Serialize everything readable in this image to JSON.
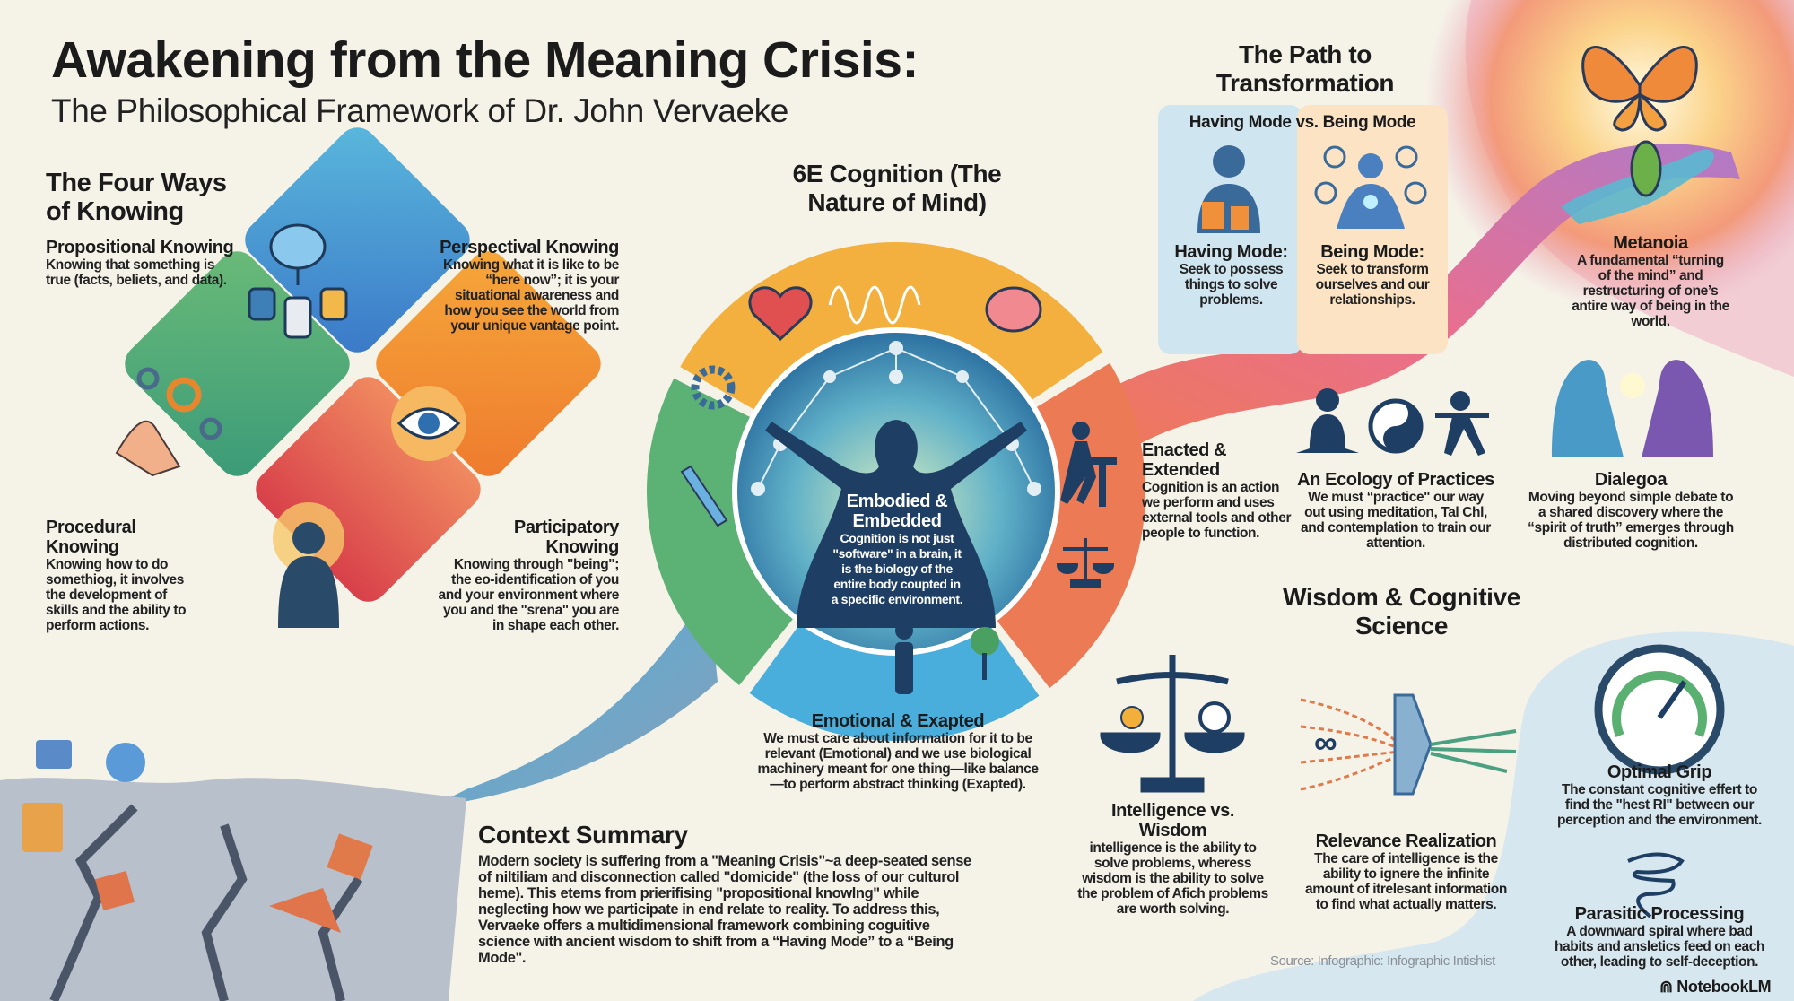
{
  "title": "Awakening from the Meaning Crisis:",
  "subtitle": "The Philosophical Framework of Dr. John Vervaeke",
  "four_ways": {
    "heading": "The Four Ways of Knowing",
    "items": [
      {
        "title": "Propositional Knowing",
        "text": "Knowing that something is true (facts, beliets, and data).",
        "icon": "brain-database-icon",
        "color": "#3d8fd0"
      },
      {
        "title": "Perspectival Knowing",
        "text": "Knowing what it is like to be “here now”; it is your situational awareness and how you see the world from your unique vantage point.",
        "icon": "eye-icon",
        "color": "#f0902e"
      },
      {
        "title": "Procedural Knowing",
        "text": "Knowing how to do somethiog, it involves the development of skills and the ability to perform actions.",
        "icon": "hands-gears-icon",
        "color": "#4aa06a"
      },
      {
        "title": "Participatory Knowing",
        "text": "Knowing through \"being\"; the eo-identification of you and your environment where you and the \"srena\" you are in shape each other.",
        "icon": "person-landscape-icon",
        "color": "#e8604a"
      }
    ]
  },
  "six_e": {
    "heading": "6E Cognition (The Nature of Mind)",
    "embodied": {
      "title": "Embodied & Embedded",
      "text": "Cognition is not just \"software\" in a brain, it is the biology of the entire body coupted in a specific environment."
    },
    "enacted": {
      "title": "Enacted & Extended",
      "text": "Cognition is an action we perform and uses external tools and other people to function."
    },
    "emotional": {
      "title": "Emotional & Exapted",
      "text": "We must care about information for it to be relevant (Emotional) and we use biological machinery meant for one thing—like balance—to perform abstract thinking (Exapted)."
    },
    "colors": {
      "top": "#f3b03e",
      "right": "#ec7a55",
      "bottom": "#4aaedc",
      "left": "#5cb274",
      "core": "#2b6fa0"
    }
  },
  "context": {
    "heading": "Context Summary",
    "text": "Modern society is suffering from a \"Meaning Crisis\"~a deep-seated sense of niltiliam and disconnection called \"domicide\" (the loss of our culturol heme). This etems from prierifising \"propositional knowlng\" while neglecting how we participate in end relate to reality. To address this, Vervaeke offers a multidimensional framework combining coguitive science with ancient wisdom to shift from a “Having Mode” to a “Being Mode\"."
  },
  "path": {
    "heading": "The Path to Transformation",
    "box_title": "Having Mode vs. Being Mode",
    "having": {
      "title": "Having Mode:",
      "text": "Seek to possess things to solve problems."
    },
    "being": {
      "title": "Being Mode:",
      "text": "Seek to transform ourselves and our relationships."
    },
    "metanoia": {
      "title": "Metanoia",
      "text": "A fundamental “turning of the mind” and restructuring of one’s antire way of being in the world."
    },
    "ecology": {
      "title": "An Ecology of Practices",
      "text": "We must “practice\" our way out using meditation, Tal Chl, and contemplation to train our attention."
    },
    "dialegoa": {
      "title": "Dialegoa",
      "text": "Moving beyond simple debate to a shared discovery where the “spirit of truth” emerges through distributed cognition."
    }
  },
  "wisdom": {
    "heading": "Wisdom & Cognitive Science",
    "intelligence": {
      "title": "Intelligence vs. Wisdom",
      "text": "intelligence is the ability to solve problems, wheress wisdom is the ability to solve the problem of Afich problems are worth solving."
    },
    "relevance": {
      "title": "Relevance Realization",
      "text": "The care of intelligence is the ability to ignere the infinite amount of itrelesant information to find what actually matters."
    },
    "grip": {
      "title": "Optimal Grip",
      "text": "The constant cognitive effert to find the \"hest RI\" between our perception and the environment."
    },
    "parasitic": {
      "title": "Parasitic Processing",
      "text": "A downward spiral where bad habits and ansletics feed on each other, leading to self-deception."
    }
  },
  "source": "Source: Infographic: Infographic Intishist",
  "brand": "NotebookLM"
}
